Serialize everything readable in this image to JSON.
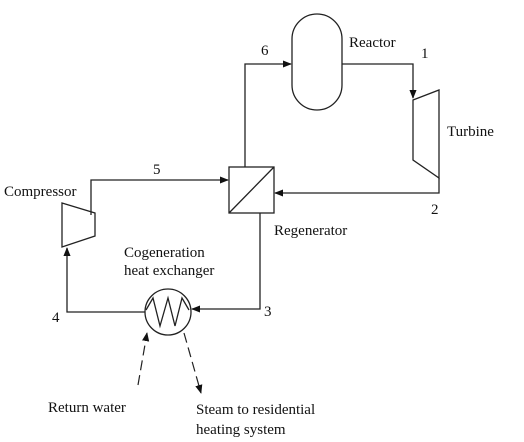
{
  "components": {
    "reactor": "Reactor",
    "turbine": "Turbine",
    "compressor": "Compressor",
    "regenerator": "Regenerator",
    "heat_exchanger_line1": "Cogeneration",
    "heat_exchanger_line2": "heat exchanger"
  },
  "streams": {
    "s1": "1",
    "s2": "2",
    "s3": "3",
    "s4": "4",
    "s5": "5",
    "s6": "6"
  },
  "flows": {
    "return_water": "Return water",
    "steam_line1": "Steam to residential",
    "steam_line2": "heating system"
  }
}
